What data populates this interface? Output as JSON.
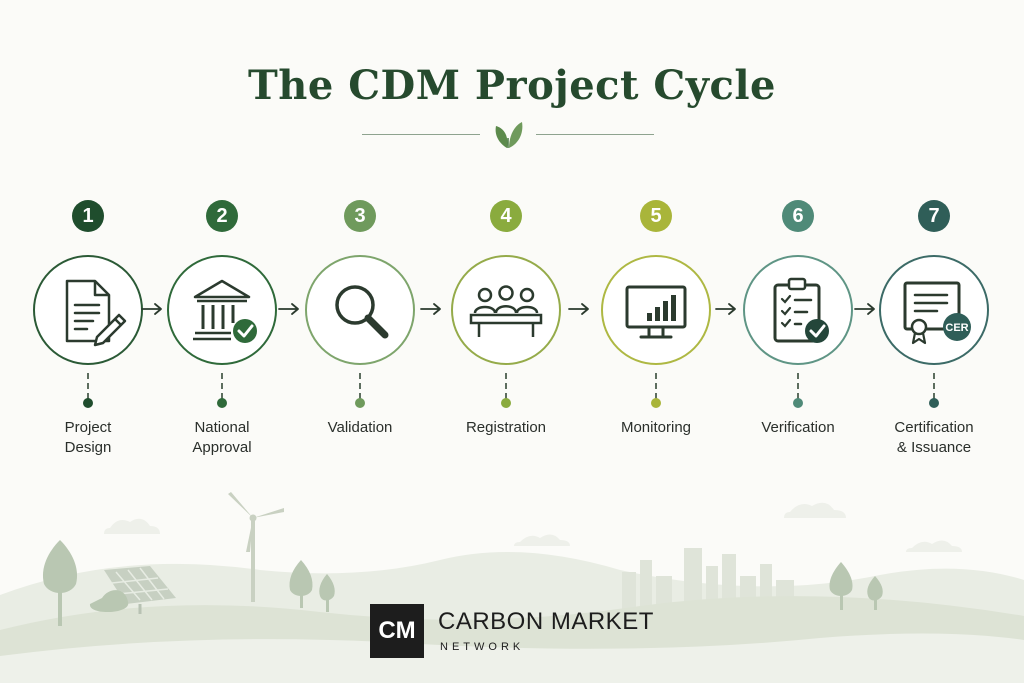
{
  "title": "The CDM Project Cycle",
  "colors": {
    "title": "#264a2e",
    "badges": [
      "#1f4d2d",
      "#2f6a3a",
      "#6f9a5c",
      "#8aab3e",
      "#a9b53a",
      "#4f8a78",
      "#2f5e58"
    ],
    "rings": [
      "#2b5a36",
      "#2f6a3a",
      "#7ea56c",
      "#95ab4a",
      "#aeb843",
      "#5f9585",
      "#3c6b67"
    ]
  },
  "steps": [
    {
      "number": "1",
      "label_lines": [
        "Project",
        "Design"
      ],
      "icon": "document-pen-icon"
    },
    {
      "number": "2",
      "label_lines": [
        "National",
        "Approval"
      ],
      "icon": "government-building-check-icon"
    },
    {
      "number": "3",
      "label_lines": [
        "Validation"
      ],
      "icon": "magnifier-icon"
    },
    {
      "number": "4",
      "label_lines": [
        "Registration"
      ],
      "icon": "board-meeting-icon"
    },
    {
      "number": "5",
      "label_lines": [
        "Monitoring"
      ],
      "icon": "monitor-chart-icon"
    },
    {
      "number": "6",
      "label_lines": [
        "Verification"
      ],
      "icon": "clipboard-check-icon"
    },
    {
      "number": "7",
      "label_lines": [
        "Certification",
        "& Issuance"
      ],
      "icon": "certificate-cer-icon",
      "badge_text": "CER"
    }
  ],
  "brand": {
    "mark": "CM",
    "name": "CARBON MARKET",
    "sub": "NETWORK"
  }
}
